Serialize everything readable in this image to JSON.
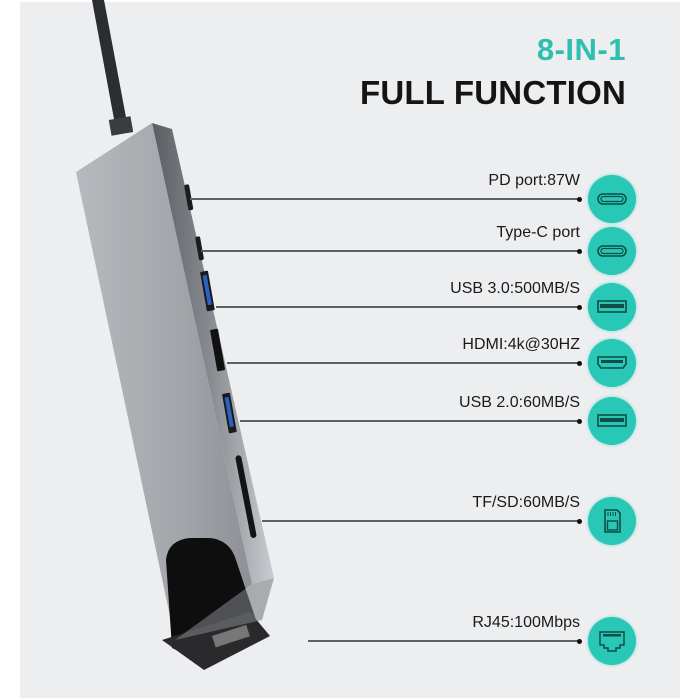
{
  "header": {
    "accent_title": "8-IN-1",
    "main_title": "FULL FUNCTION"
  },
  "colors": {
    "accent": "#2ebfb0",
    "badge": "#28c7b6",
    "background": "#edeef0",
    "device_body": "#9fa2a6"
  },
  "features": [
    {
      "label": "PD port:87W",
      "icon": "usb-c-port-icon"
    },
    {
      "label": "Type-C port",
      "icon": "usb-c-port-icon"
    },
    {
      "label": "USB 3.0:500MB/S",
      "icon": "usb-a-port-icon"
    },
    {
      "label": "HDMI:4k@30HZ",
      "icon": "hdmi-port-icon"
    },
    {
      "label": "USB 2.0:60MB/S",
      "icon": "usb-a-port-icon"
    },
    {
      "label": "TF/SD:60MB/S",
      "icon": "sd-card-icon"
    },
    {
      "label": "RJ45:100Mbps",
      "icon": "ethernet-port-icon"
    }
  ]
}
